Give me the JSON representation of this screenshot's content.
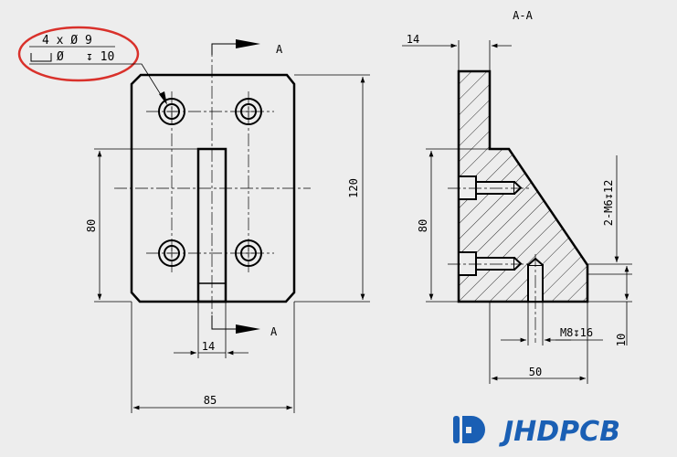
{
  "callout": {
    "line1": "4 x Ø 9",
    "line2_symbol": "Ø",
    "line2_depth": "↧ 10"
  },
  "section": {
    "title": "A-A",
    "arrow_top": "A",
    "arrow_bottom": "A"
  },
  "dimensions": {
    "front_width": "85",
    "front_height": "120",
    "front_hole_spacing": "80",
    "front_slot_width": "14",
    "side_thickness": "14",
    "side_height": "80",
    "side_base": "50",
    "side_base_height": "10",
    "thread_m6": "2-M6↧12",
    "thread_m8": "M8↧16"
  },
  "logo": {
    "text": "JHDPCB",
    "color": "#1a5fb4"
  }
}
